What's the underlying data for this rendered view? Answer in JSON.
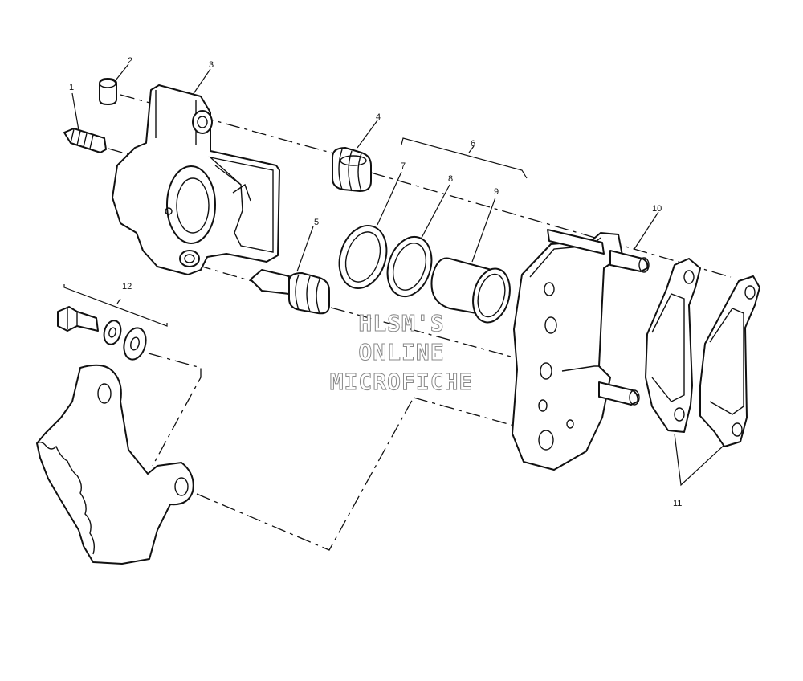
{
  "callouts": [
    "1",
    "2",
    "3",
    "4",
    "5",
    "6",
    "7",
    "8",
    "9",
    "10",
    "11",
    "12"
  ],
  "watermark": {
    "line1": "HLSM'S",
    "line2": "ONLINE",
    "line3": "MICROFICHE"
  }
}
